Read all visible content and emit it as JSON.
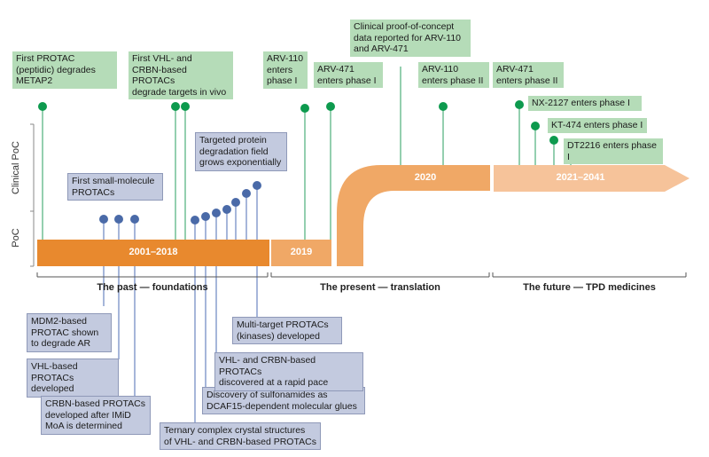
{
  "axis": {
    "clinical_poc": "Clinical PoC",
    "poc": "PoC"
  },
  "bars": {
    "past": "2001–2018",
    "y2019": "2019",
    "y2020": "2020",
    "future": "2021–2041"
  },
  "eras": {
    "past": "The past — foundations",
    "present": "The present — translation",
    "future": "The future — TPD medicines"
  },
  "green_labels": {
    "metap2": "First PROTAC\n(peptidic) degrades\nMETAP2",
    "vhl_crbn_vivo": "First VHL- and\nCRBN-based PROTACs\ndegrade targets in vivo",
    "arv110_p1": "ARV-110\nenters\nphase I",
    "arv471_p1": "ARV-471\nenters phase I",
    "poc_data": "Clinical proof-of-concept\ndata reported for ARV-110\nand ARV-471",
    "arv110_p2": "ARV-110\nenters phase II",
    "arv471_p2": "ARV-471\nenters phase II",
    "nx2127": "NX-2127 enters phase I",
    "kt474": "KT-474 enters phase I",
    "dt2216": "DT2216 enters phase I"
  },
  "blue_labels": {
    "first_small": "First small-molecule\nPROTACs",
    "field_grows": "Targeted protein\ndegradation field\ngrows exponentially",
    "mdm2": "MDM2-based\nPROTAC shown\nto degrade AR",
    "vhl_dev": "VHL-based PROTACs\ndeveloped",
    "crbn_dev": "CRBN-based PROTACs\ndeveloped after IMiD\nMoA is determined",
    "ternary": "Ternary complex crystal structures\nof VHL- and CRBN-based PROTACs",
    "sulfonamides": "Discovery of sulfonamides as\nDCAF15-dependent molecular glues",
    "rapid_pace": "VHL- and CRBN-based PROTACs\ndiscovered at a rapid pace",
    "multi_target": "Multi-target PROTACs\n(kinases) developed"
  },
  "colors": {
    "green_box": "#b5dcb8",
    "green_dot": "#0d9a4e",
    "blue_box": "#c3cadf",
    "blue_dot": "#4a6aa8",
    "bar_dark": "#e8892e",
    "bar_light": "#f0a866",
    "bar_future": "#f6c39a"
  }
}
